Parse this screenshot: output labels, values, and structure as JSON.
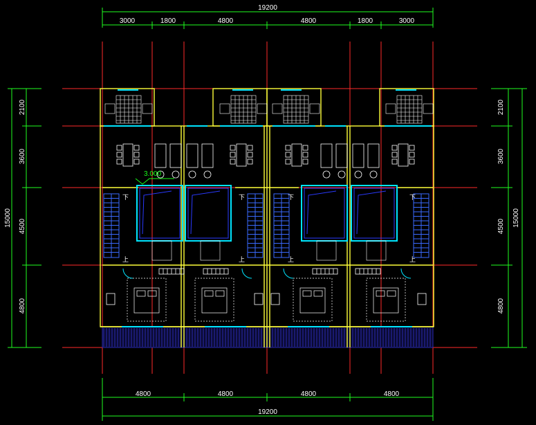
{
  "drawing": {
    "colors": {
      "background": "#000000",
      "axis_line": "#ff2a2a",
      "dimension_line": "#1fff1f",
      "wall": "#ffff3a",
      "window": "#00e5ff",
      "furniture": "#ffffff",
      "glazing": "#2a3aff",
      "stair": "#3a6aff",
      "terrace": "#2a2ab0"
    },
    "top_total": "19200",
    "top_segments": [
      "3000",
      "1800",
      "4800",
      "4800",
      "1800",
      "3000"
    ],
    "bottom_total": "19200",
    "bottom_segments": [
      "4800",
      "4800",
      "4800",
      "4800"
    ],
    "left_total": "15000",
    "left_segments": [
      "2100",
      "3600",
      "4500",
      "4800"
    ],
    "right_total": "15000",
    "right_segments": [
      "2100",
      "3600",
      "4500",
      "4800"
    ],
    "elevation_mark": "3.000",
    "stair_up": "上",
    "stair_down": "下"
  }
}
